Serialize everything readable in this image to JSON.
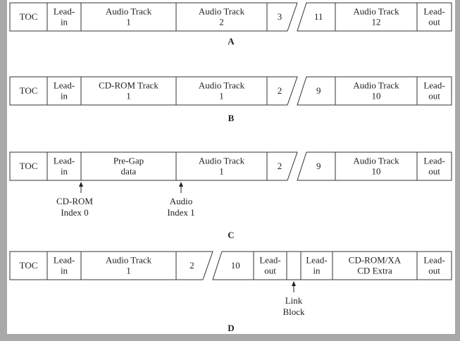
{
  "diagrams": [
    {
      "id": "A",
      "caption": "A",
      "cells": [
        {
          "lines": [
            "TOC"
          ]
        },
        {
          "lines": [
            "Lead-",
            "in"
          ]
        },
        {
          "lines": [
            "Audio Track",
            "1"
          ]
        },
        {
          "lines": [
            "Audio Track",
            "2"
          ]
        },
        {
          "lines": [
            "3"
          ]
        },
        {
          "lines": [
            "11"
          ]
        },
        {
          "lines": [
            "Audio Track",
            "12"
          ]
        },
        {
          "lines": [
            "Lead-",
            "out"
          ]
        }
      ],
      "annotations": []
    },
    {
      "id": "B",
      "caption": "B",
      "cells": [
        {
          "lines": [
            "TOC"
          ]
        },
        {
          "lines": [
            "Lead-",
            "in"
          ]
        },
        {
          "lines": [
            "CD-ROM Track",
            "1"
          ]
        },
        {
          "lines": [
            "Audio Track",
            "1"
          ]
        },
        {
          "lines": [
            "2"
          ]
        },
        {
          "lines": [
            "9"
          ]
        },
        {
          "lines": [
            "Audio Track",
            "10"
          ]
        },
        {
          "lines": [
            "Lead-",
            "out"
          ]
        }
      ],
      "annotations": []
    },
    {
      "id": "C",
      "caption": "C",
      "cells": [
        {
          "lines": [
            "TOC"
          ]
        },
        {
          "lines": [
            "Lead-",
            "in"
          ]
        },
        {
          "lines": [
            "Pre-Gap",
            "data"
          ]
        },
        {
          "lines": [
            "Audio Track",
            "1"
          ]
        },
        {
          "lines": [
            "2"
          ]
        },
        {
          "lines": [
            "9"
          ]
        },
        {
          "lines": [
            "Audio Track",
            "10"
          ]
        },
        {
          "lines": [
            "Lead-",
            "out"
          ]
        }
      ],
      "annotations": [
        {
          "lines": [
            "CD-ROM",
            "Index 0"
          ]
        },
        {
          "lines": [
            "Audio",
            "Index 1"
          ]
        }
      ]
    },
    {
      "id": "D",
      "caption": "D",
      "cells": [
        {
          "lines": [
            "TOC"
          ]
        },
        {
          "lines": [
            "Lead-",
            "in"
          ]
        },
        {
          "lines": [
            "Audio Track",
            "1"
          ]
        },
        {
          "lines": [
            "2"
          ]
        },
        {
          "lines": [
            "10"
          ]
        },
        {
          "lines": [
            "Lead-",
            "out"
          ]
        },
        {
          "lines": [
            ""
          ]
        },
        {
          "lines": [
            "Lead-",
            "in"
          ]
        },
        {
          "lines": [
            "CD-ROM/XA",
            "CD Extra"
          ]
        },
        {
          "lines": [
            "Lead-",
            "out"
          ]
        }
      ],
      "annotations": [
        {
          "lines": [
            "Link",
            "Block"
          ]
        }
      ]
    }
  ]
}
